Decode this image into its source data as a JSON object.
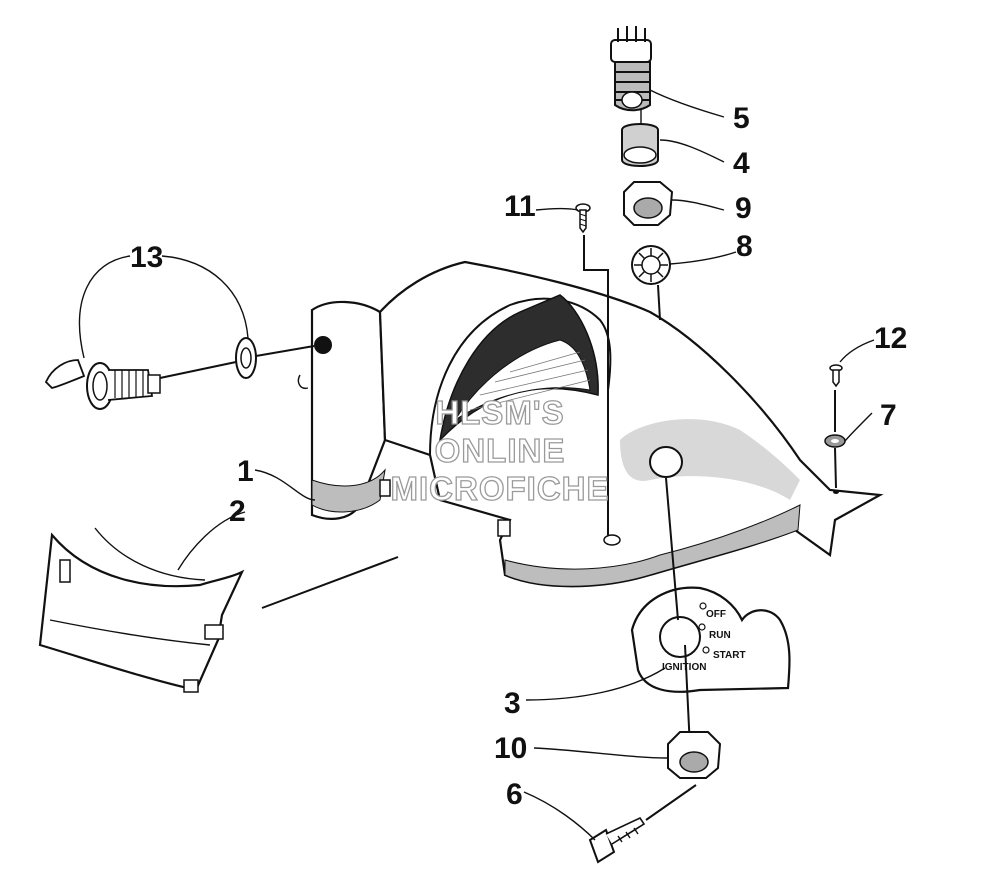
{
  "diagram": {
    "callouts": [
      {
        "id": "1",
        "label": "1"
      },
      {
        "id": "2",
        "label": "2"
      },
      {
        "id": "3",
        "label": "3"
      },
      {
        "id": "4",
        "label": "4"
      },
      {
        "id": "5",
        "label": "5"
      },
      {
        "id": "6",
        "label": "6"
      },
      {
        "id": "7",
        "label": "7"
      },
      {
        "id": "8",
        "label": "8"
      },
      {
        "id": "9",
        "label": "9"
      },
      {
        "id": "10",
        "label": "10"
      },
      {
        "id": "11",
        "label": "11"
      },
      {
        "id": "12",
        "label": "12"
      },
      {
        "id": "13",
        "label": "13"
      }
    ],
    "ignition_plate": {
      "title": "IGNITION",
      "off": "OFF",
      "run": "RUN",
      "start": "START"
    },
    "watermark": {
      "line1": "HLSM'S",
      "line2": "ONLINE",
      "line3": "MICROFICHE"
    }
  }
}
